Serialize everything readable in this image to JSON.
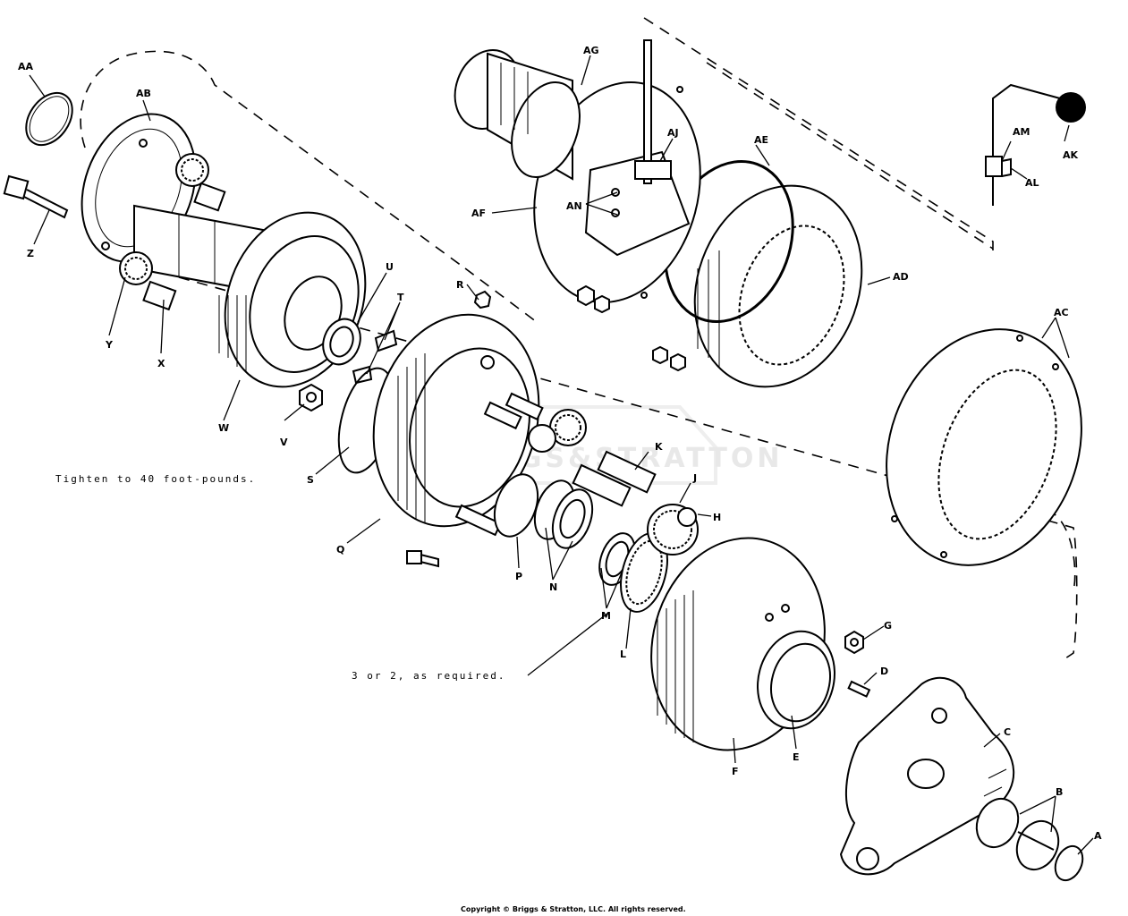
{
  "diagram": {
    "part_labels": [
      "A",
      "B",
      "C",
      "D",
      "E",
      "F",
      "G",
      "H",
      "J",
      "K",
      "L",
      "M",
      "N",
      "P",
      "Q",
      "R",
      "S",
      "T",
      "U",
      "V",
      "W",
      "X",
      "Y",
      "Z",
      "AA",
      "AB",
      "AC",
      "AD",
      "AE",
      "AF",
      "AG",
      "AJ",
      "AK",
      "AL",
      "AM",
      "AN"
    ],
    "labels": {
      "A": "A",
      "B": "B",
      "C": "C",
      "D": "D",
      "E": "E",
      "F": "F",
      "G": "G",
      "H": "H",
      "J": "J",
      "K": "K",
      "L": "L",
      "M": "M",
      "N": "N",
      "P": "P",
      "Q": "Q",
      "R": "R",
      "S": "S",
      "T": "T",
      "U": "U",
      "V": "V",
      "W": "W",
      "X": "X",
      "Y": "Y",
      "Z": "Z",
      "AA": "AA",
      "AB": "AB",
      "AC": "AC",
      "AD": "AD",
      "AE": "AE",
      "AF": "AF",
      "AG": "AG",
      "AJ": "AJ",
      "AK": "AK",
      "AL": "AL",
      "AM": "AM",
      "AN": "AN"
    },
    "notes": {
      "torque": "Tighten to 40 foot-pounds.",
      "shims": "3 or 2, as required."
    },
    "watermark": "BRIGGS&STRATTON",
    "copyright": "Copyright © Briggs & Stratton, LLC. All rights reserved."
  }
}
